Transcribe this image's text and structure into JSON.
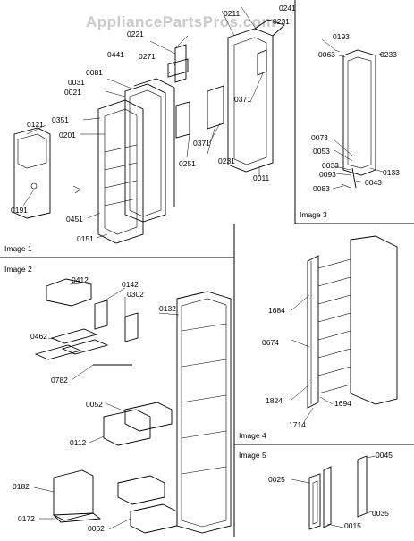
{
  "watermark": "AppliancePartsPros.com",
  "panels": {
    "image1": "Image 1",
    "image2": "Image 2",
    "image3": "Image 3",
    "image4": "Image 4",
    "image5": "Image 5"
  },
  "parts": {
    "p0241": "0241",
    "p0211": "0211",
    "p0231a": "0231",
    "p0221": "0221",
    "p0441": "0441",
    "p0271": "0271",
    "p0081": "0081",
    "p0031": "0031",
    "p0021": "0021",
    "p0351": "0351",
    "p0201": "0201",
    "p0121": "0121",
    "p0371a": "0371",
    "p0371b": "0371",
    "p0251": "0251",
    "p0231b": "0231",
    "p0011": "0011",
    "p0191": "0191",
    "p0451": "0451",
    "p0151": "0151",
    "p0193": "0193",
    "p0063": "0063",
    "p0233": "0233",
    "p0073": "0073",
    "p0053": "0053",
    "p0033": "0033",
    "p0093": "0093",
    "p0133": "0133",
    "p0043": "0043",
    "p0083": "0083",
    "p0412": "0412",
    "p0142": "0142",
    "p0302": "0302",
    "p0132": "0132",
    "p0462": "0462",
    "p0782": "0782",
    "p0052": "0052",
    "p0112": "0112",
    "p0182": "0182",
    "p0172": "0172",
    "p0062": "0062",
    "p1684": "1684",
    "p0674": "0674",
    "p1824": "1824",
    "p1714": "1714",
    "p1694": "1694",
    "p0045": "0045",
    "p0025": "0025",
    "p0015": "0015",
    "p0035": "0035"
  }
}
